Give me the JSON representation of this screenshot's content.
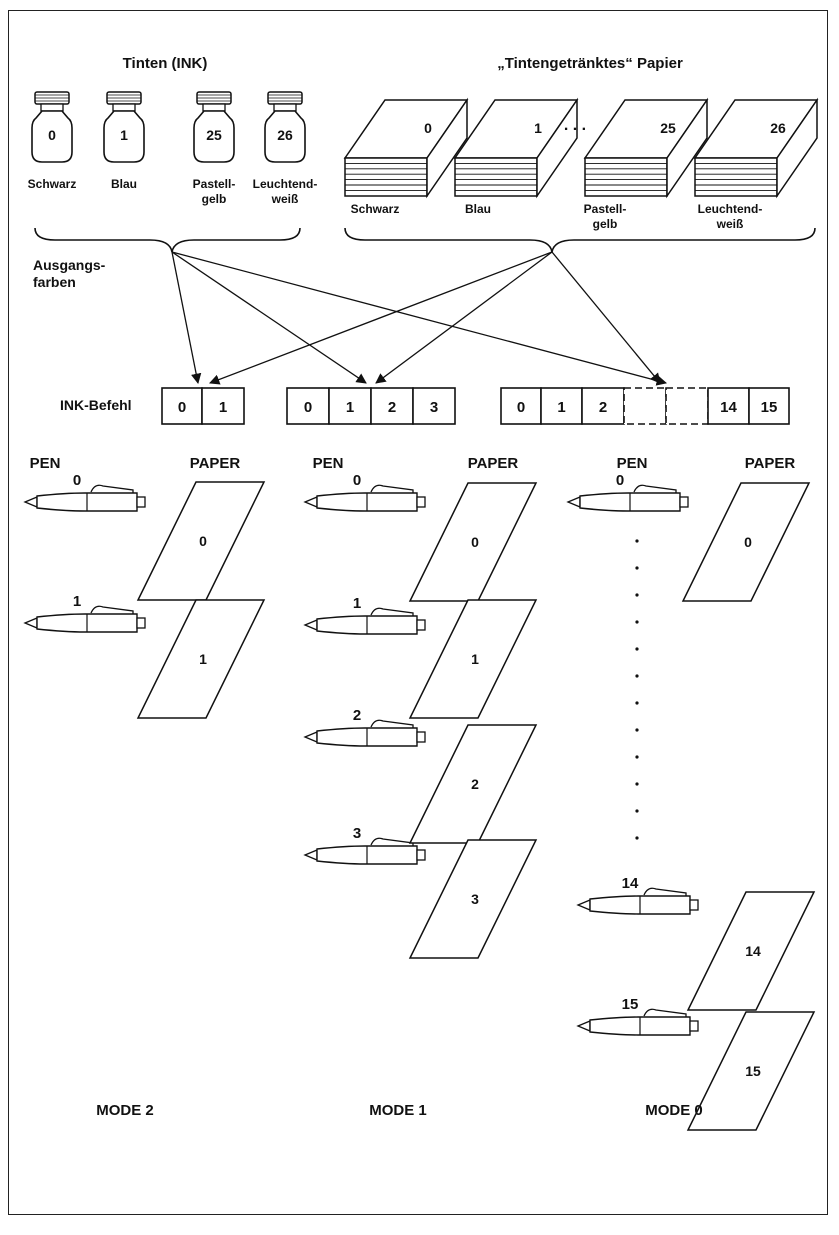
{
  "headings": {
    "inks": "Tinten (INK)",
    "papers": "„Tintengetränktes“ Papier",
    "base_colors_line1": "Ausgangs-",
    "base_colors_line2": "farben",
    "ink_command": "INK-Befehl",
    "pen": "PEN",
    "paper": "PAPER"
  },
  "inks": [
    {
      "number": "0",
      "label_lines": [
        "Schwarz"
      ]
    },
    {
      "number": "1",
      "label_lines": [
        "Blau"
      ]
    },
    {
      "number": "25",
      "label_lines": [
        "Pastell-",
        "gelb"
      ]
    },
    {
      "number": "26",
      "label_lines": [
        "Leuchtend-",
        "weiß"
      ]
    }
  ],
  "papers": [
    {
      "number": "0",
      "label_lines": [
        "Schwarz"
      ]
    },
    {
      "number": "1",
      "label_lines": [
        "Blau"
      ]
    },
    {
      "number": "25",
      "label_lines": [
        "Pastell-",
        "gelb"
      ]
    },
    {
      "number": "26",
      "label_lines": [
        "Leuchtend-",
        "weiß"
      ]
    }
  ],
  "paper_gap": ". . .",
  "ink_rows": [
    [
      "0",
      "1"
    ],
    [
      "0",
      "1",
      "2",
      "3"
    ],
    [
      "0",
      "1",
      "2",
      "",
      "",
      "14",
      "15"
    ]
  ],
  "modes": [
    {
      "label": "MODE 2",
      "pens": [
        "0",
        "1"
      ]
    },
    {
      "label": "MODE 1",
      "pens": [
        "0",
        "1",
        "2",
        "3"
      ]
    },
    {
      "label": "MODE 0",
      "pens": [
        "0",
        "14",
        "15"
      ]
    }
  ]
}
